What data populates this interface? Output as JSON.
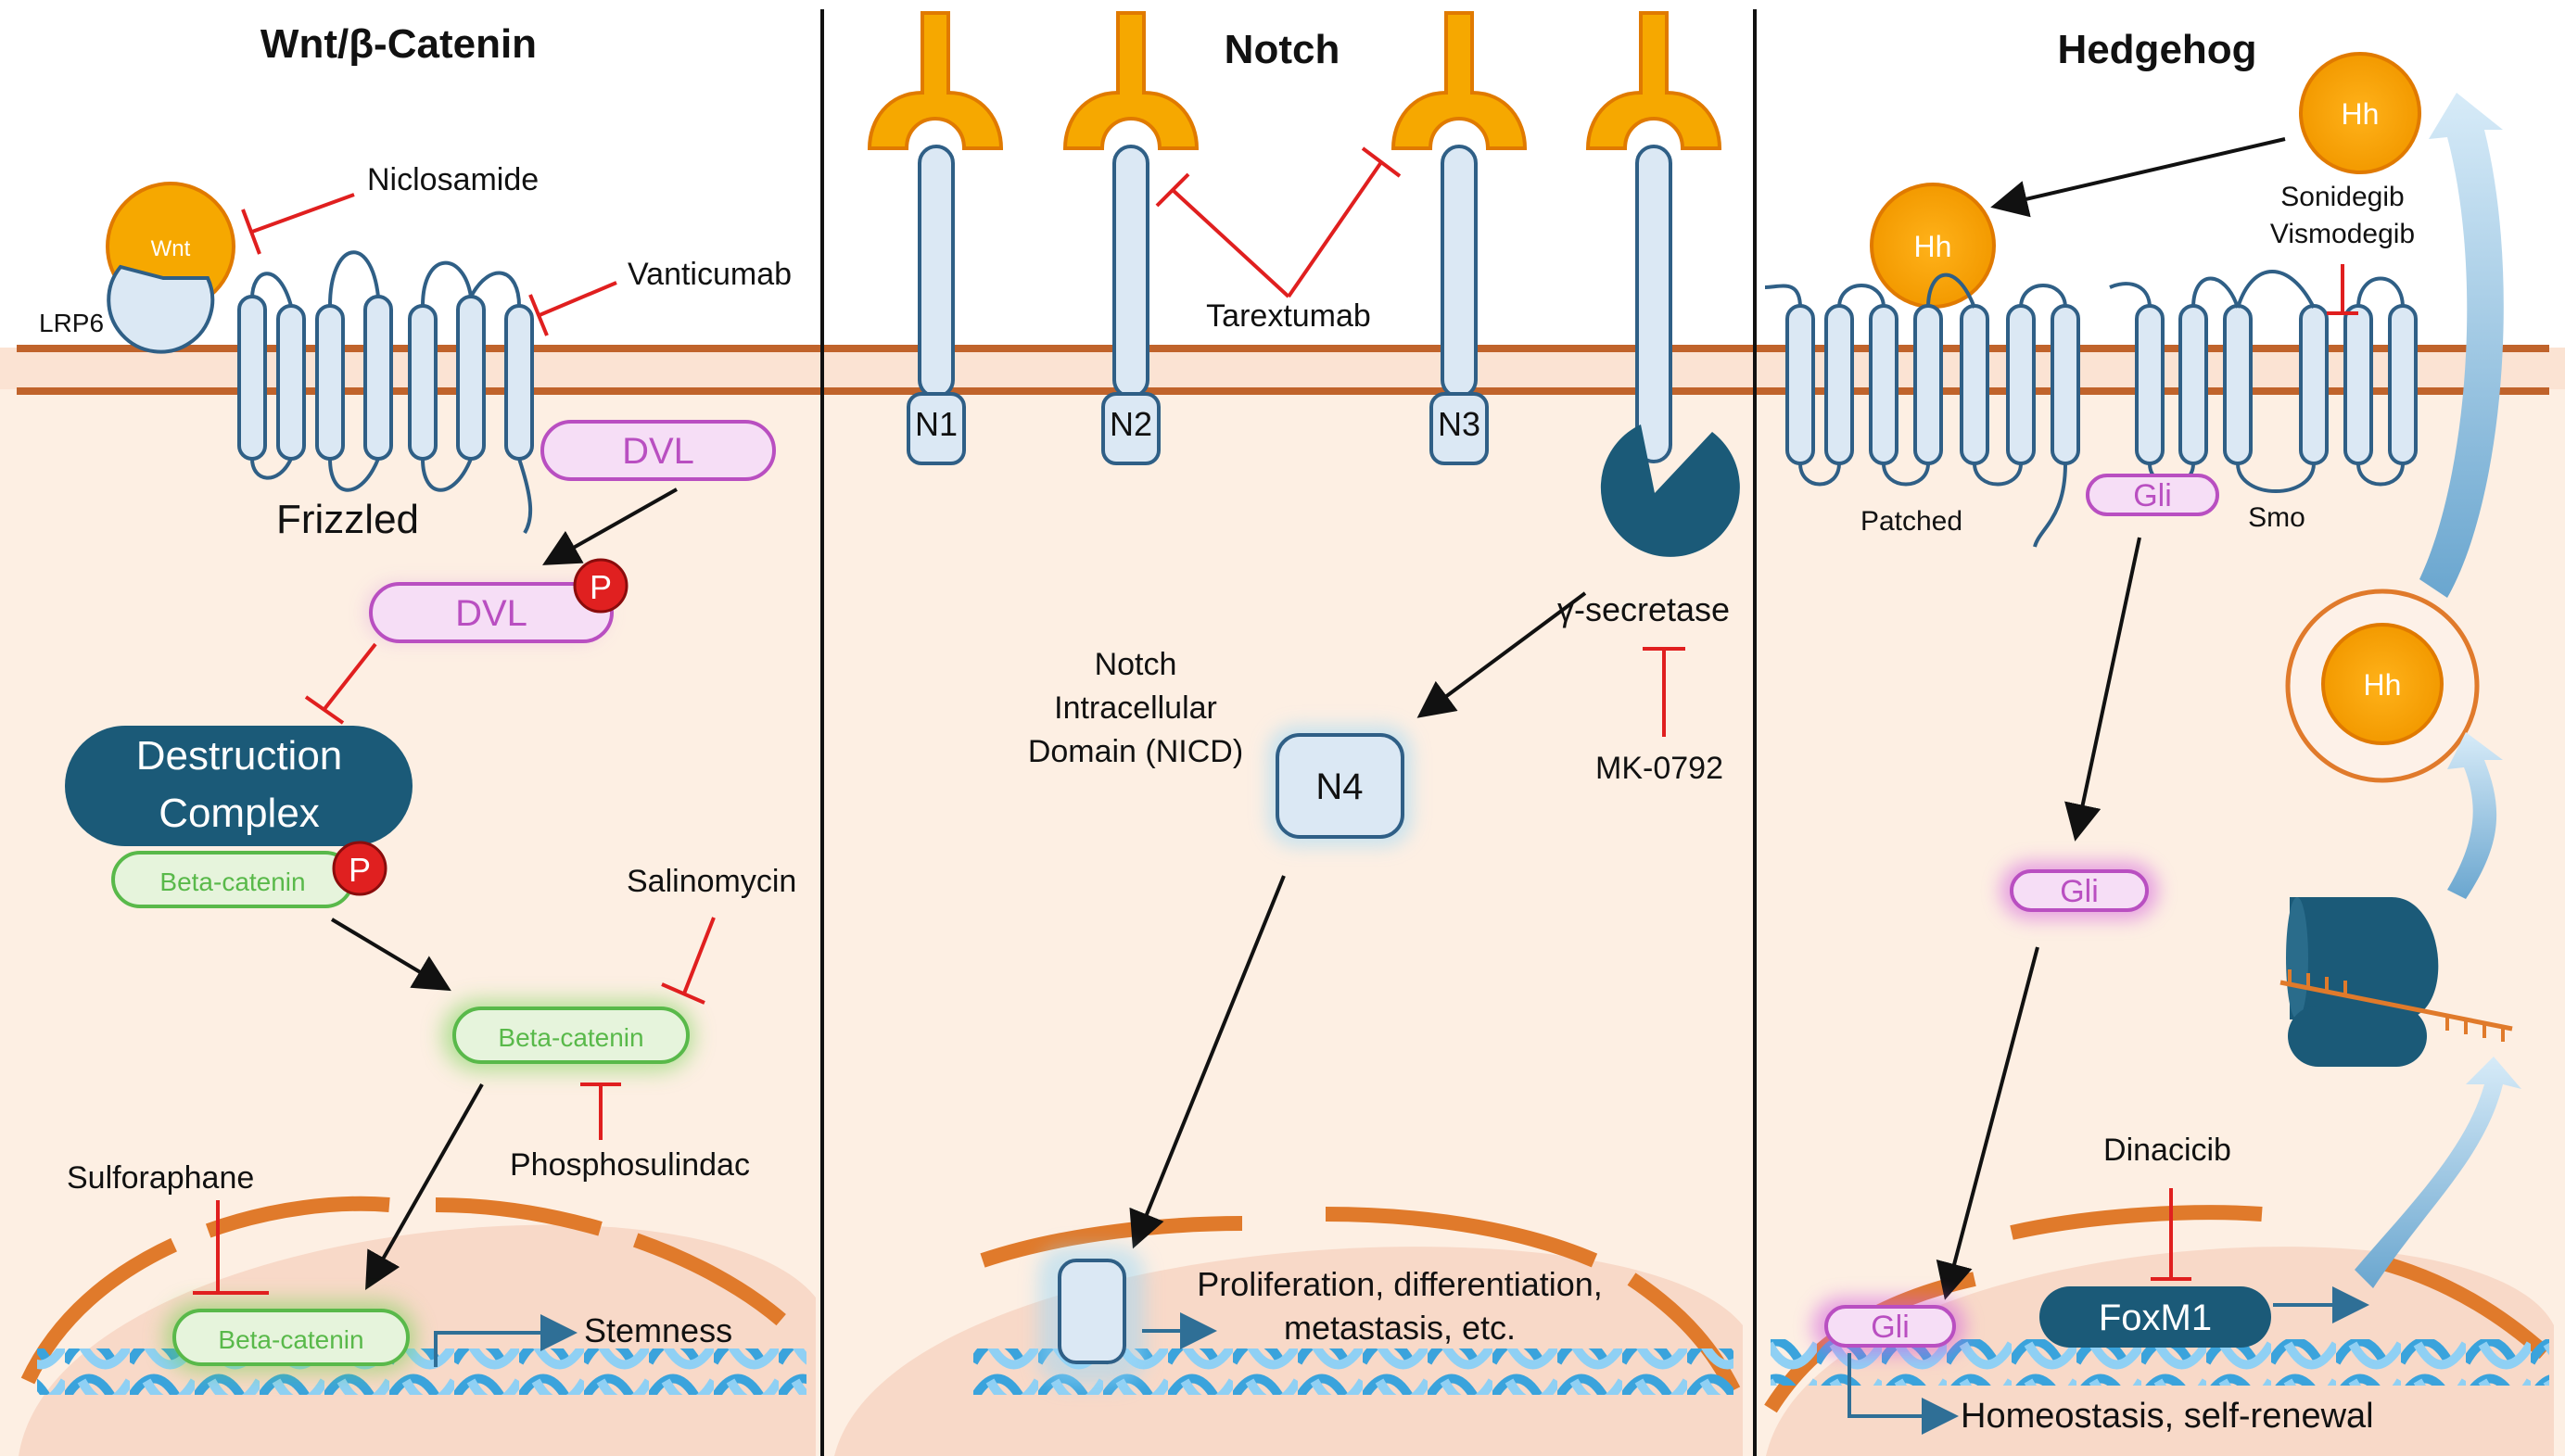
{
  "panels": {
    "wnt": {
      "title": "Wnt/β-Catenin",
      "wnt_ligand": "Wnt",
      "lrp6": "LRP6",
      "frizzled": "Frizzled",
      "dvl": "DVL",
      "dvl_p": "DVL",
      "phospho": "P",
      "destruction_line1": "Destruction",
      "destruction_line2": "Complex",
      "beta_catenin": "Beta-catenin",
      "stemness": "Stemness",
      "drugs": {
        "niclosamide": "Niclosamide",
        "vanticumab": "Vanticumab",
        "salinomycin": "Salinomycin",
        "phosphosulindac": "Phosphosulindac",
        "sulforaphane": "Sulforaphane"
      }
    },
    "notch": {
      "title": "Notch",
      "receptors": [
        "N1",
        "N2",
        "N3"
      ],
      "gamma_secretase": "γ-secretase",
      "nicd_line1": "Notch",
      "nicd_line2": "Intracellular",
      "nicd_line3": "Domain (NICD)",
      "n4": "N4",
      "outcome_line1": "Proliferation, differentiation,",
      "outcome_line2": "metastasis, etc.",
      "drugs": {
        "tarextumab": "Tarextumab",
        "mk0792": "MK-0792"
      }
    },
    "hedgehog": {
      "title": "Hedgehog",
      "hh": "Hh",
      "patched": "Patched",
      "smo": "Smo",
      "gli": "Gli",
      "foxm1": "FoxM1",
      "outcome": "Homeostasis, self-renewal",
      "drugs": {
        "sonidegib": "Sonidegib",
        "vismodegib": "Vismodegib",
        "dinacicib": "Dinacicib"
      }
    }
  },
  "colors": {
    "membrane": "#c0632b",
    "cytoplasm": "#fdefe3",
    "nucleus": "#f8d9c8",
    "receptor_fill": "#dbe8f4",
    "receptor_stroke": "#2f5f86",
    "ligand": "#f6a800",
    "dvl": "#b94fc1",
    "beta_catenin": "#59b94a",
    "phospho": "#e02020",
    "inhibit": "#e01f1f",
    "navy": "#1b5a78"
  }
}
